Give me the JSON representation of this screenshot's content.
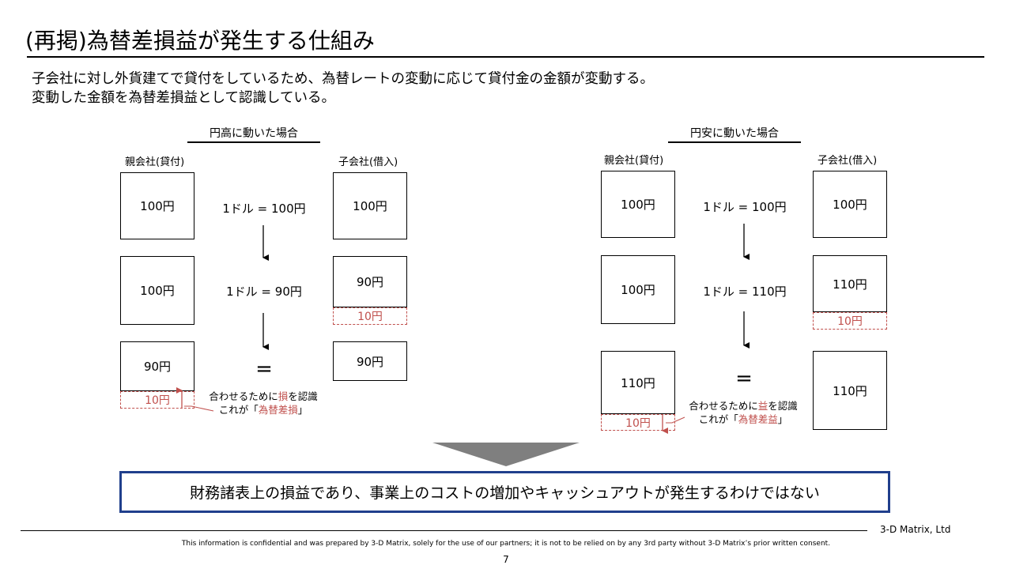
{
  "slide": {
    "title": "(再掲)為替差損益が発生する仕組み",
    "subtitle_lines": [
      "子会社に対し外貨建てで貸付をしているため、為替レートの変動に応じて貸付金の金額が変動する。",
      "変動した金額を為替差損益として認識している。"
    ]
  },
  "left": {
    "heading": "円高に動いた場合",
    "parent_label": "親会社(貸付)",
    "child_label": "子会社(借入)",
    "rows": [
      {
        "parent": "100円",
        "rate": "1ドル = 100円",
        "child": "100円"
      },
      {
        "parent": "100円",
        "rate": "1ドル = 90円",
        "child": "90円",
        "child_diff": "10円"
      },
      {
        "parent": "90円",
        "rate": "=",
        "child": "90円",
        "parent_diff": "10円"
      }
    ],
    "note_line1": {
      "pre": "合わせるために",
      "hl": "損",
      "post": "を認識"
    },
    "note_line2": {
      "pre": "これが「",
      "hl": "為替差損",
      "post": "」"
    }
  },
  "right": {
    "heading": "円安に動いた場合",
    "parent_label": "親会社(貸付)",
    "child_label": "子会社(借入)",
    "rows": [
      {
        "parent": "100円",
        "rate": "1ドル = 100円",
        "child": "100円"
      },
      {
        "parent": "100円",
        "rate": "1ドル = 110円",
        "child": "110円",
        "child_diff": "10円"
      },
      {
        "parent": "110円",
        "rate": "=",
        "child": "110円",
        "parent_diff": "10円"
      }
    ],
    "note_line1": {
      "pre": "合わせるために",
      "hl": "益",
      "post": "を認識"
    },
    "note_line2": {
      "pre": "これが「",
      "hl": "為替差益",
      "post": "」"
    }
  },
  "conclusion": "財務諸表上の損益であり、事業上のコストの増加やキャッシュアウトが発生するわけではない",
  "footer": {
    "company": "3-D Matrix, Ltd",
    "disclaimer": "This information is confidential and was prepared by 3-D Matrix, solely for the use of our partners; it is not to be relied on by any 3rd party without 3-D Matrix’s prior written consent.",
    "page_number": "7"
  },
  "colors": {
    "accent_red": "#c0504d",
    "conclusion_border": "#203f8c",
    "chevron": "#7f7f7f"
  }
}
